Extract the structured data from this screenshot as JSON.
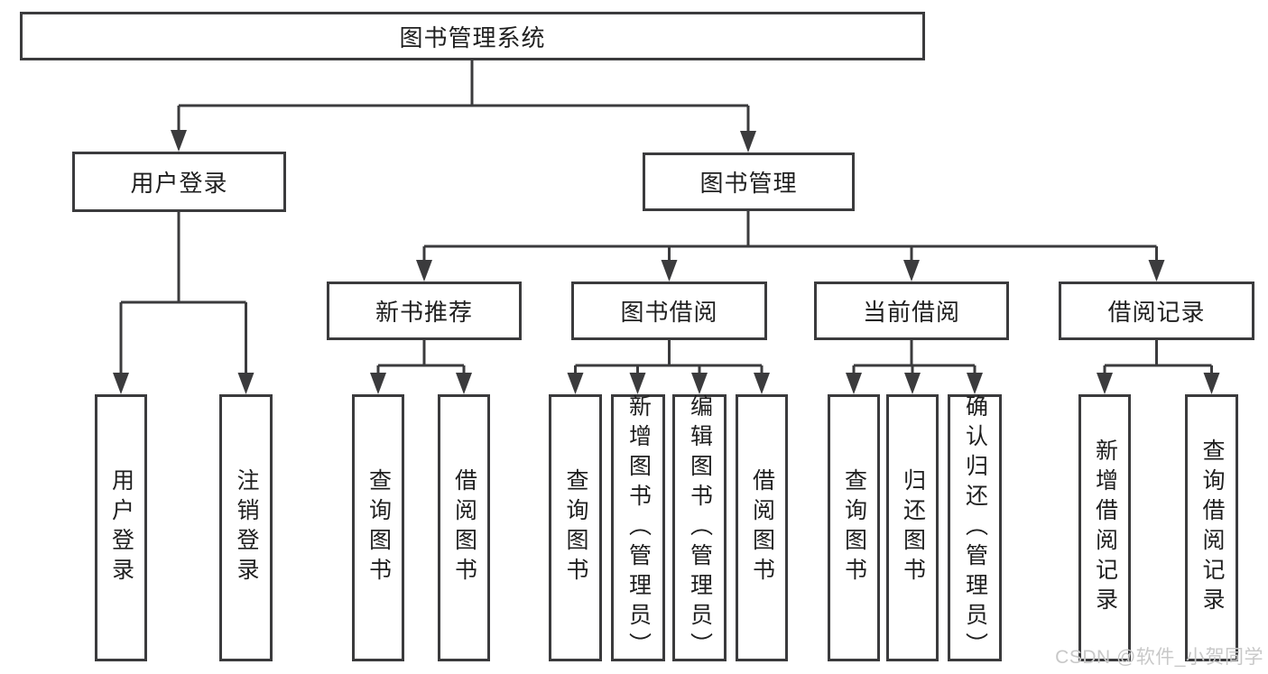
{
  "diagram": {
    "title": "图书管理系统",
    "watermark": "CSDN @软件_小贺同学",
    "colors": {
      "line": "#3b3b3d",
      "text": "#1f1f1f",
      "background": "#ffffff",
      "watermark": "#c8c8c8"
    },
    "nodes": {
      "root": "图书管理系统",
      "user_login": "用户登录",
      "book_mgmt": "图书管理",
      "new_book_rec": "新书推荐",
      "book_borrow": "图书借阅",
      "current_borrow": "当前借阅",
      "borrow_records": "借阅记录"
    },
    "leaves": {
      "user_login": [
        "用户登录",
        "注销登录"
      ],
      "new_book_rec": [
        "查询图书",
        "借阅图书"
      ],
      "book_borrow": [
        "查询图书",
        "新增图书（管理员）",
        "编辑图书（管理员）",
        "借阅图书"
      ],
      "current_borrow": [
        "查询图书",
        "归还图书",
        "确认归还（管理员）"
      ],
      "borrow_records": [
        "新增借阅记录",
        "查询借阅记录"
      ]
    }
  }
}
